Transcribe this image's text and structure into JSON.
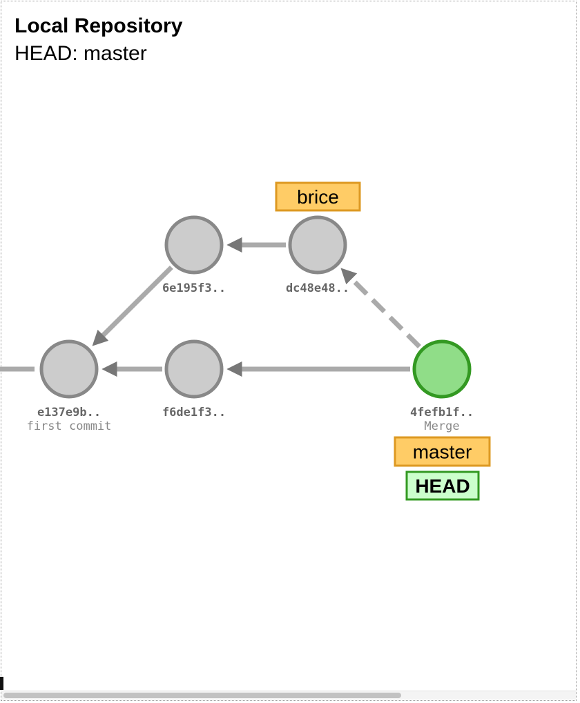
{
  "header": {
    "title": "Local Repository",
    "head_status": "HEAD: master"
  },
  "commits": [
    {
      "id": "e137e9b",
      "sha": "e137e9b..",
      "message": "first commit",
      "state": "default"
    },
    {
      "id": "f6de1f3",
      "sha": "f6de1f3..",
      "message": "",
      "state": "default"
    },
    {
      "id": "6e195f3",
      "sha": "6e195f3..",
      "message": "",
      "state": "default"
    },
    {
      "id": "dc48e48",
      "sha": "dc48e48..",
      "message": "",
      "state": "default"
    },
    {
      "id": "4fefb1f",
      "sha": "4fefb1f..",
      "message": "Merge",
      "state": "head"
    }
  ],
  "edges": [
    {
      "from": "f6de1f3",
      "to": "e137e9b",
      "style": "solid"
    },
    {
      "from": "6e195f3",
      "to": "e137e9b",
      "style": "solid"
    },
    {
      "from": "dc48e48",
      "to": "6e195f3",
      "style": "solid"
    },
    {
      "from": "4fefb1f",
      "to": "f6de1f3",
      "style": "solid"
    },
    {
      "from": "4fefb1f",
      "to": "dc48e48",
      "style": "dashed"
    }
  ],
  "branches": [
    {
      "name": "brice",
      "commit": "dc48e48",
      "position": "above"
    },
    {
      "name": "master",
      "commit": "4fefb1f",
      "position": "below"
    }
  ],
  "head_tag": {
    "label": "HEAD",
    "commit": "4fefb1f"
  },
  "colors": {
    "commit_fill": "#cccccc",
    "commit_stroke": "#888888",
    "head_commit_fill": "#90dd88",
    "head_commit_stroke": "#339922",
    "edge": "#aaaaaa",
    "arrowhead": "#777777",
    "branch_fill": "#ffcc66",
    "branch_stroke": "#dd9922",
    "head_tag_fill": "#ccffcc",
    "head_tag_stroke": "#339922"
  }
}
